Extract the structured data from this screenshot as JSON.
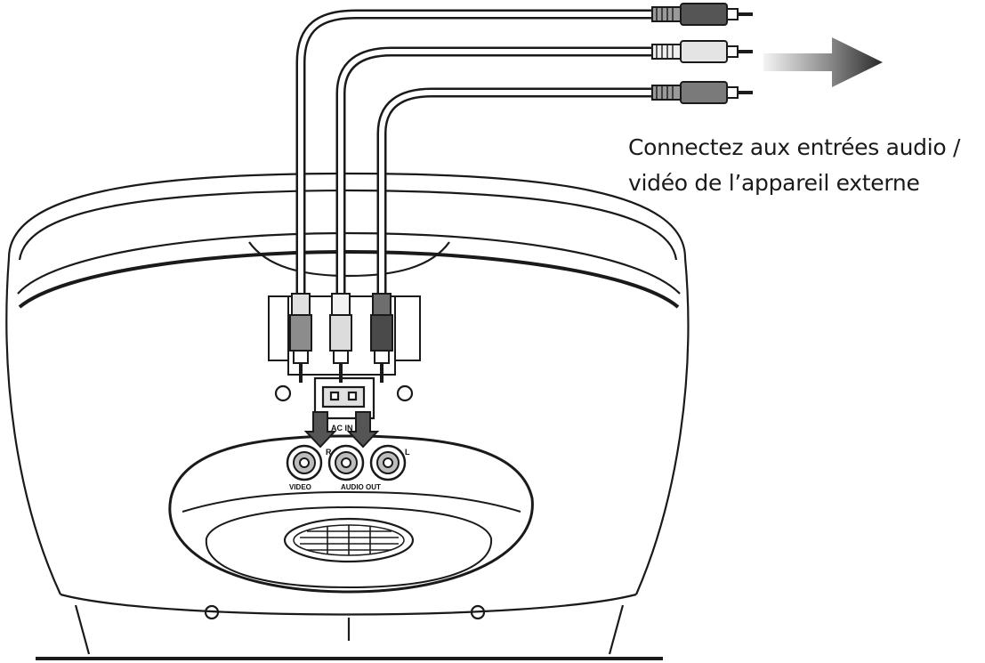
{
  "caption": {
    "line1": "Connectez aux entrées audio /",
    "line2": "vidéo de l’appareil externe"
  },
  "panel_labels": {
    "ac_in": "AC IN",
    "right": "R",
    "left": "L",
    "video": "VIDEO",
    "audio_out": "AUDIO OUT"
  },
  "icons": {
    "direction_arrow": "arrow-right-icon",
    "plug": "rca-plug-icon",
    "jack": "rca-jack-icon"
  },
  "colors": {
    "line": "#1a1a1a",
    "plug_dark": "#555555",
    "plug_mid": "#9a9a9a",
    "plug_light": "#e6e6e6"
  }
}
